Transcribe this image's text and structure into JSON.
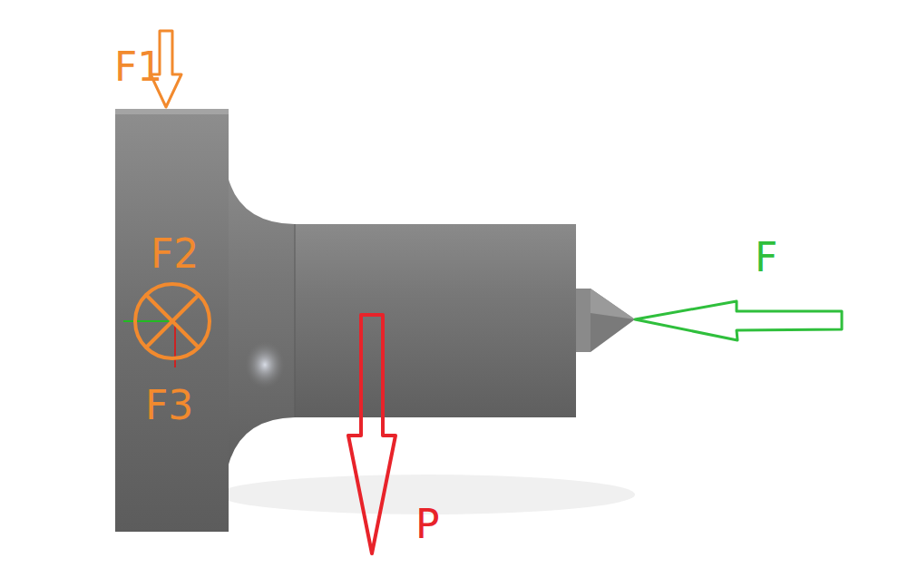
{
  "diagram": {
    "labels": [
      "F1",
      "F2",
      "F3",
      "F",
      "P"
    ]
  }
}
